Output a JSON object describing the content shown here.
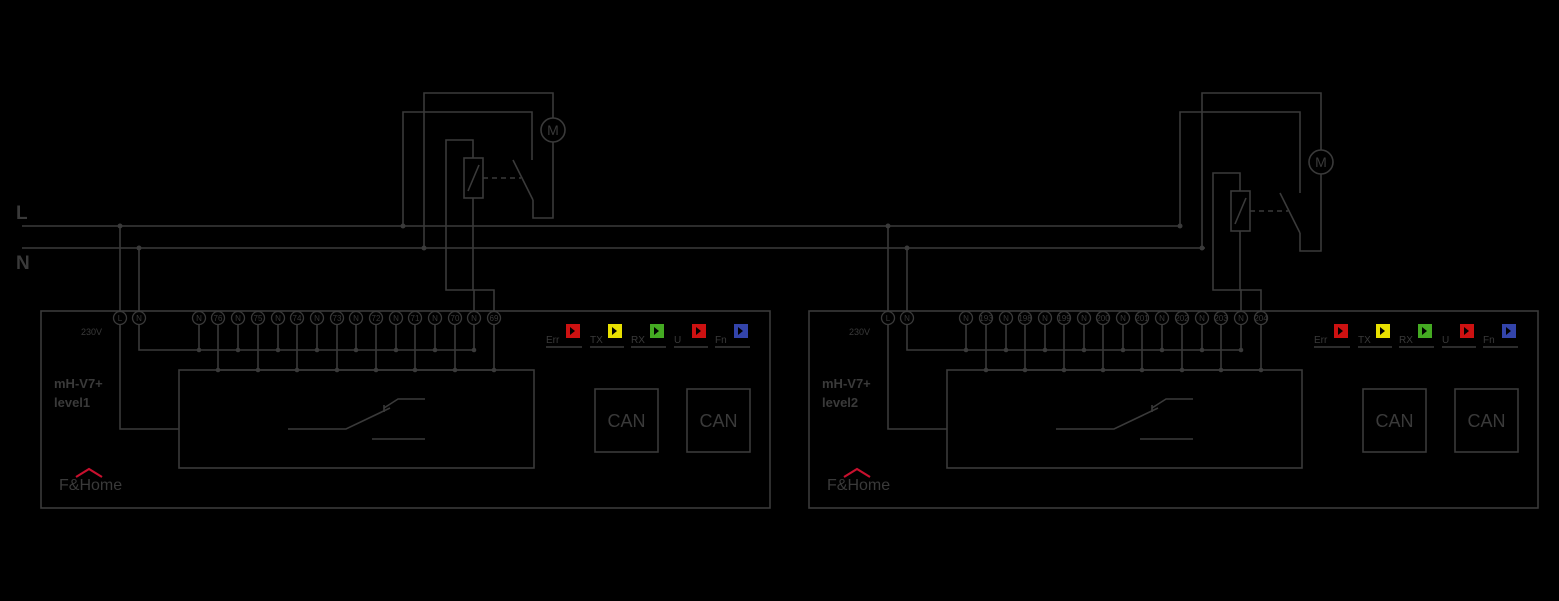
{
  "bus": {
    "line_label": "L",
    "neutral_label": "N"
  },
  "modules": [
    {
      "title": "mH-V7+",
      "subtitle": "level1",
      "voltage": "230V",
      "brand": "F&Home",
      "power_terminals": [
        "L",
        "N"
      ],
      "channel_terminals": [
        "N",
        "76",
        "N",
        "75",
        "N",
        "74",
        "N",
        "73",
        "N",
        "72",
        "N",
        "71",
        "N",
        "70",
        "N",
        "69"
      ],
      "leds": [
        {
          "label": "Err",
          "color": "#cc1111"
        },
        {
          "label": "TX",
          "color": "#e8e000"
        },
        {
          "label": "RX",
          "color": "#44aa22"
        },
        {
          "label": "U",
          "color": "#cc1111"
        },
        {
          "label": "Fn",
          "color": "#3344aa"
        }
      ],
      "can_ports": [
        "CAN",
        "CAN"
      ],
      "motor_label": "M"
    },
    {
      "title": "mH-V7+",
      "subtitle": "level2",
      "voltage": "230V",
      "brand": "F&Home",
      "power_terminals": [
        "L",
        "N"
      ],
      "channel_terminals": [
        "N",
        "193",
        "N",
        "198",
        "N",
        "199",
        "N",
        "200",
        "N",
        "201",
        "N",
        "202",
        "N",
        "203",
        "N",
        "204"
      ],
      "leds": [
        {
          "label": "Err",
          "color": "#cc1111"
        },
        {
          "label": "TX",
          "color": "#e8e000"
        },
        {
          "label": "RX",
          "color": "#44aa22"
        },
        {
          "label": "U",
          "color": "#cc1111"
        },
        {
          "label": "Fn",
          "color": "#3344aa"
        }
      ],
      "can_ports": [
        "CAN",
        "CAN"
      ],
      "motor_label": "M"
    }
  ]
}
